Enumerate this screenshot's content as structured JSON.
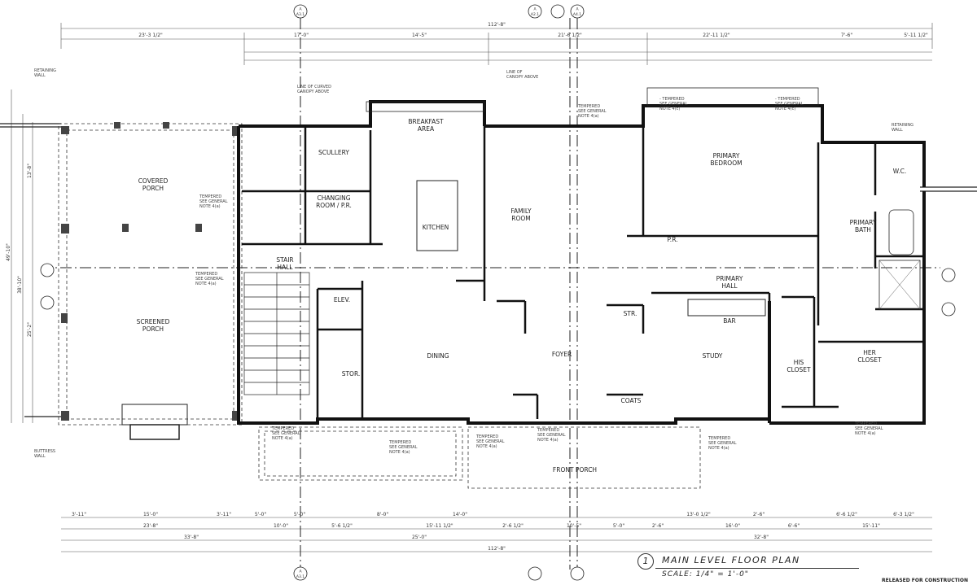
{
  "title": {
    "number": "1",
    "name": "MAIN LEVEL FLOOR PLAN",
    "scale": "SCALE:  1/4\" = 1'-0\"",
    "status": "RELEASED FOR CONSTRUCTION"
  },
  "rooms": [
    {
      "key": "covered_porch",
      "lines": [
        "COVERED",
        "PORCH"
      ]
    },
    {
      "key": "screened_porch",
      "lines": [
        "SCREENED",
        "PORCH"
      ]
    },
    {
      "key": "scullery",
      "lines": [
        "SCULLERY"
      ]
    },
    {
      "key": "changing",
      "lines": [
        "CHANGING",
        "ROOM / P.R."
      ]
    },
    {
      "key": "breakfast",
      "lines": [
        "BREAKFAST",
        "AREA"
      ]
    },
    {
      "key": "kitchen",
      "lines": [
        "KITCHEN"
      ]
    },
    {
      "key": "family",
      "lines": [
        "FAMILY",
        "ROOM"
      ]
    },
    {
      "key": "primary_bedroom",
      "lines": [
        "PRIMARY",
        "BEDROOM"
      ]
    },
    {
      "key": "wc",
      "lines": [
        "W.C."
      ]
    },
    {
      "key": "primary_bath",
      "lines": [
        "PRIMARY",
        "BATH"
      ]
    },
    {
      "key": "stair_hall",
      "lines": [
        "STAIR",
        "HALL"
      ]
    },
    {
      "key": "elev",
      "lines": [
        "ELEV."
      ]
    },
    {
      "key": "stor",
      "lines": [
        "STOR."
      ]
    },
    {
      "key": "dining",
      "lines": [
        "DINING"
      ]
    },
    {
      "key": "foyer",
      "lines": [
        "FOYER"
      ]
    },
    {
      "key": "pr",
      "lines": [
        "P.R."
      ]
    },
    {
      "key": "primary_hall",
      "lines": [
        "PRIMARY",
        "HALL"
      ]
    },
    {
      "key": "bar",
      "lines": [
        "BAR"
      ]
    },
    {
      "key": "study",
      "lines": [
        "STUDY"
      ]
    },
    {
      "key": "his_closet",
      "lines": [
        "HIS",
        "CLOSET"
      ]
    },
    {
      "key": "her_closet",
      "lines": [
        "HER",
        "CLOSET"
      ]
    },
    {
      "key": "front_porch",
      "lines": [
        "FRONT PORCH"
      ]
    },
    {
      "key": "str",
      "lines": [
        "STR."
      ]
    },
    {
      "key": "coats",
      "lines": [
        "COATS"
      ]
    }
  ],
  "notes": [
    {
      "key": "retaining_wall_l",
      "lines": [
        "RETAINING",
        "WALL"
      ]
    },
    {
      "key": "retaining_wall_r",
      "lines": [
        "RETAINING",
        "WALL"
      ]
    },
    {
      "key": "buttress",
      "lines": [
        "BUTTRESS",
        "WALL"
      ]
    },
    {
      "key": "curved_canopy",
      "lines": [
        "LINE OF CURVED",
        "CANOPY ABOVE"
      ]
    },
    {
      "key": "canopy_above",
      "lines": [
        "LINE OF",
        "CANOPY ABOVE"
      ]
    },
    {
      "key": "tempered_1",
      "lines": [
        "TEMPERED",
        "SEE GENERAL",
        "NOTE 4(a)"
      ]
    },
    {
      "key": "tempered_2",
      "lines": [
        "TEMPERED",
        "SEE GENERAL",
        "NOTE 4(a)"
      ]
    },
    {
      "key": "tempered_3",
      "lines": [
        "TEMPERED",
        "SEE GENERAL",
        "NOTE 4(a)"
      ]
    },
    {
      "key": "tempered_4",
      "lines": [
        "- TEMPERED",
        "SEE GENERAL",
        "NOTE 4(c)"
      ]
    },
    {
      "key": "tempered_5",
      "lines": [
        "- TEMPERED",
        "SEE GENERAL",
        "NOTE 4(c)"
      ]
    },
    {
      "key": "tempered_6",
      "lines": [
        "TEMPERED",
        "SEE GENERAL",
        "NOTE 4(a)"
      ]
    },
    {
      "key": "tempered_7",
      "lines": [
        "TEMPERED",
        "SEE GENERAL",
        "NOTE 4(a)"
      ]
    },
    {
      "key": "tempered_8",
      "lines": [
        "TEMPERED",
        "SEE GENERAL",
        "NOTE 4(a)"
      ]
    },
    {
      "key": "tempered_9",
      "lines": [
        "TEMPERED",
        "SEE GENERAL",
        "NOTE 4(a)"
      ]
    },
    {
      "key": "tempered_10",
      "lines": [
        "TEMPERED",
        "SEE GENERAL",
        "NOTE 4(a)"
      ]
    },
    {
      "key": "tempered_11",
      "lines": [
        "TEMPERED",
        "SEE GENERAL",
        "NOTE 4(a)"
      ]
    }
  ],
  "dims_top": [
    "112'-8\"",
    "23'-3 1/2\"",
    "17'-0\"",
    "14'-5\"",
    "21'-6 1/2\"",
    "22'-11 1/2\"",
    "7'-6\"",
    "5'-11 1/2\""
  ],
  "dims_bottom": [
    "3'-11\"",
    "15'-0\"",
    "3'-11\"",
    "5'-0\"",
    "5'-0\"",
    "8'-0\"",
    "14'-0\"",
    "13'-0 1/2\"",
    "2'-6\"",
    "6'-6 1/2\"",
    "6'-3 1/2\"",
    "23'-8\"",
    "10'-0\"",
    "5'-6 1/2\"",
    "15'-11 1/2\"",
    "2'-6 1/2\"",
    "10'-5\"",
    "5'-0\"",
    "2'-6\"",
    "16'-0\"",
    "6'-6\"",
    "15'-11\"",
    "33'-8\"",
    "25'-0\"",
    "32'-8\"",
    "112'-8\""
  ],
  "dims_left": [
    "49'-10\"",
    "38'-10\"",
    "25'-2\"",
    "13'-8\""
  ],
  "grid_tags": [
    {
      "top": "A",
      "bot": "A3.1"
    },
    {
      "top": "A",
      "bot": "A2.1"
    },
    {
      "top": "A",
      "bot": "A4.1"
    },
    {
      "top": "A",
      "bot": "A3.1"
    }
  ]
}
